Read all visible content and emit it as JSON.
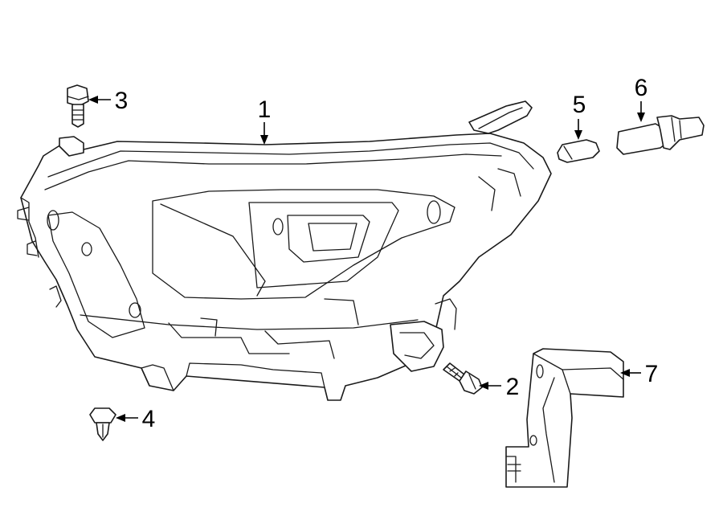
{
  "callouts": {
    "c1": "1",
    "c2": "2",
    "c3": "3",
    "c4": "4",
    "c5": "5",
    "c6": "6",
    "c7": "7"
  },
  "colors": {
    "background": "#ffffff",
    "linework": "#1a1a1a"
  }
}
